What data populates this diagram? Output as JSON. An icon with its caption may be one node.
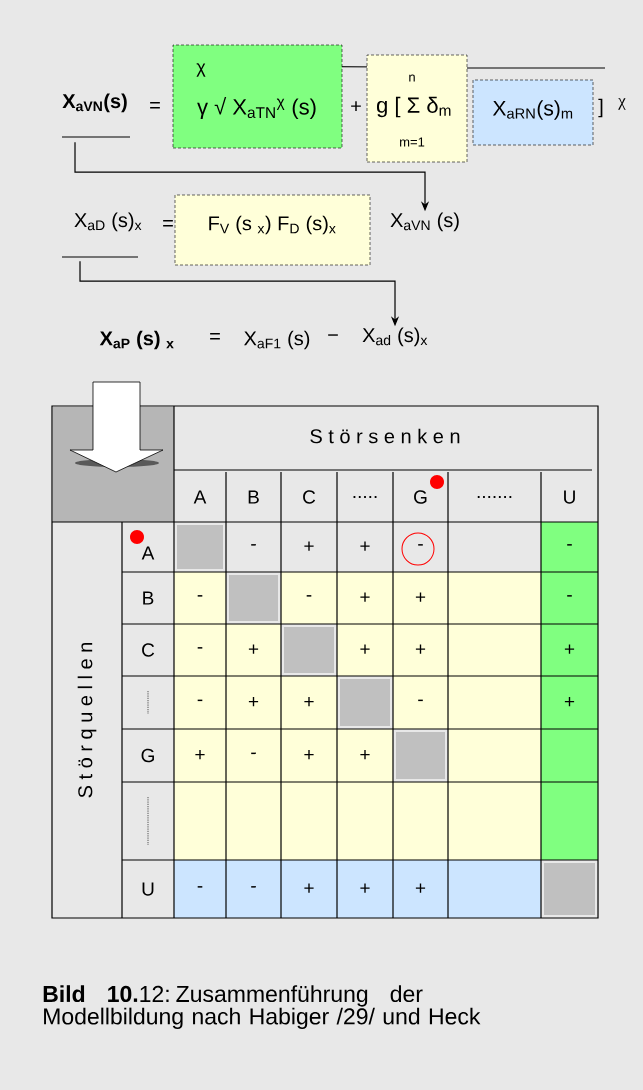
{
  "diagram": {
    "caption": "**Bild 10.**12: Zusammenführung der Modellbildung nach Habiger /29/ und Heck",
    "nodes": [
      {
        "text": [
          "X$_{aVN}$(s)"
        ]
      },
      {
        "text": [
          "χ",
          "γ √ X$_{aTN}$$^{χ}$ (s)"
        ]
      },
      {
        "text": [
          "n",
          "g [ Σ δ$_{m}$",
          "m=1"
        ]
      },
      {
        "text": [
          "X$_{aRN}$(s)$_{m}$"
        ]
      },
      {
        "text": [
          "X$_{aD}$ (s)$_{x}$"
        ]
      },
      {
        "text": [
          "F$_{V}$ (s $_{x}$) F$_{D}$ (s)$_{x}$"
        ]
      },
      {
        "text": [
          "X$_{aVN}$ (s)"
        ]
      },
      {
        "text": [
          "X$_{ad}$ (s)$_{x}$"
        ]
      }
    ],
    "edges": [
      {
        "from": 0,
        "to": 6,
        "arrow": "to"
      },
      {
        "from": 4,
        "to": 7,
        "arrow": "to"
      }
    ],
    "labels": [
      "=",
      "+",
      "]",
      "χ",
      "=",
      "X$_{aP}$ (s) $_{x}$",
      "=",
      "X$_{aF1}$ (s)",
      "−",
      "S t ö r s e n k e n",
      "A",
      "B",
      "C",
      ".....",
      "G",
      ".......",
      "U",
      "S t ö r q u e l l e n",
      "A",
      "-",
      "+",
      "+",
      "-",
      "-",
      "B",
      "-",
      "-",
      "+",
      "+",
      "-",
      "C",
      "-",
      "+",
      "+",
      "+",
      "+",
      "-",
      "+",
      "+",
      "-",
      "+",
      "G",
      "+",
      "-",
      "+",
      "+",
      "U",
      "-",
      "-",
      "+",
      "+",
      "+"
    ]
  }
}
